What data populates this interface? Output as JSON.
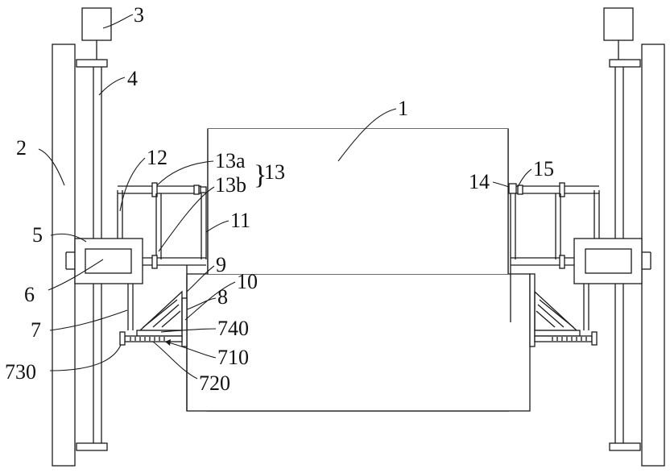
{
  "labels": {
    "l1": "1",
    "l2": "2",
    "l3": "3",
    "l4": "4",
    "l5": "5",
    "l6": "6",
    "l7": "7",
    "l8": "8",
    "l9": "9",
    "l10": "10",
    "l11": "11",
    "l12": "12",
    "l13": "13",
    "l13a": "13a",
    "l13b": "13b",
    "l14": "14",
    "l15": "15",
    "l710": "710",
    "l720": "720",
    "l730": "730",
    "l740": "740"
  },
  "brace": "}"
}
